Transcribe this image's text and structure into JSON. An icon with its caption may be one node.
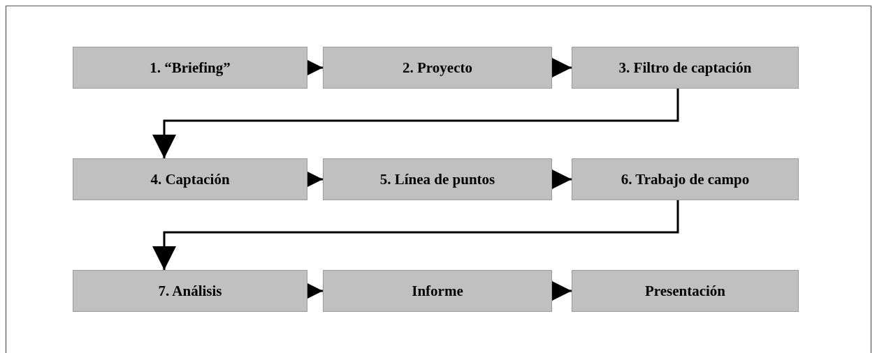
{
  "diagram": {
    "nodes": [
      {
        "text": [
          "1. “Briefing”"
        ]
      },
      {
        "text": [
          "2. Proyecto"
        ]
      },
      {
        "text": [
          "3. Filtro de captación"
        ]
      },
      {
        "text": [
          "4. Captación"
        ]
      },
      {
        "text": [
          "5. Línea de puntos"
        ]
      },
      {
        "text": [
          "6. Trabajo de campo"
        ]
      },
      {
        "text": [
          "7. Análisis"
        ]
      },
      {
        "text": [
          "Informe"
        ]
      },
      {
        "text": [
          "Presentación"
        ]
      }
    ],
    "edges": [
      {
        "from": 0,
        "to": 1,
        "arrow": "to"
      },
      {
        "from": 1,
        "to": 2,
        "arrow": "to"
      },
      {
        "from": 2,
        "to": 3,
        "arrow": "to"
      },
      {
        "from": 3,
        "to": 4,
        "arrow": "to"
      },
      {
        "from": 4,
        "to": 5,
        "arrow": "to"
      },
      {
        "from": 5,
        "to": 6,
        "arrow": "to"
      },
      {
        "from": 6,
        "to": 7,
        "arrow": "to"
      },
      {
        "from": 7,
        "to": 8,
        "arrow": "to"
      }
    ]
  }
}
